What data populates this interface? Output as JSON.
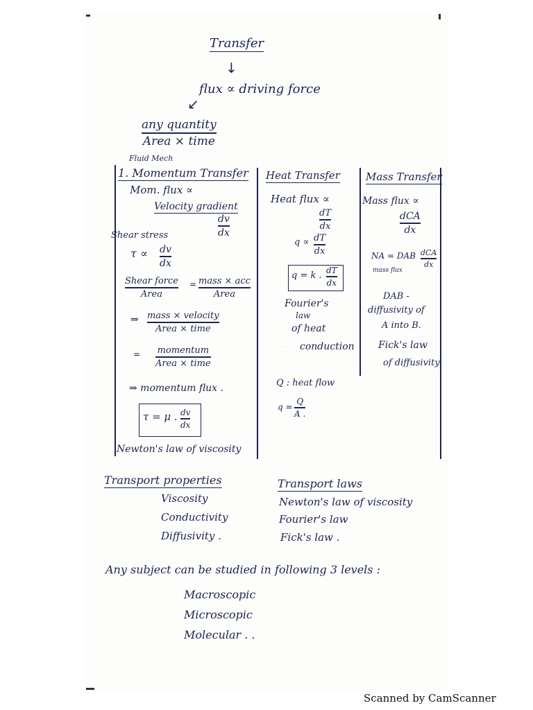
{
  "title": "Transfer",
  "top": {
    "flux_line": "flux ∝ driving force",
    "quantity_numerator": "any quantity",
    "quantity_denominator": "Area × time",
    "fluid_mech": "Fluid Mech"
  },
  "momentum": {
    "header": "1. Momentum Transfer",
    "mom_flux": "Mom. flux ∝",
    "velocity_gradient": "Velocity gradient",
    "dv": "dv",
    "dx": "dx",
    "shear_stress": "Shear stress",
    "tau_prop": "τ ∝",
    "shear_force": "Shear force",
    "area": "Area",
    "equals": "=",
    "mass_acc": "mass × acc",
    "implies": "⇒",
    "mass_velocity": "mass × velocity",
    "area_time": "Area × time",
    "momentum": "momentum",
    "momentum_flux": "⇒ momentum flux .",
    "tau_mu": "τ = μ .",
    "newtons_law": "Newton's law of viscosity"
  },
  "heat": {
    "header": "Heat Transfer",
    "heat_flux": "Heat flux ∝",
    "dT": "dT",
    "dx": "dx",
    "q_prop": "q ∝",
    "q_eq": "q = k .",
    "fouriers": "Fourier's",
    "law": "law",
    "of_heat": "of heat",
    "conduction": "conduction",
    "Q_heat_flow": "Q : heat flow",
    "q_eq2": "q =",
    "Q": "Q",
    "A": "A ."
  },
  "mass": {
    "header": "Mass Transfer",
    "mass_flux": "Mass flux ∝",
    "dCA": "dCA",
    "dx": "dx",
    "NA_eq": "NA = DAB",
    "dCA2": "dCA",
    "mass_flux_label": "mass flux",
    "DAB": "DAB -",
    "diffusivity_of": "diffusivity of",
    "A_into_B": "A into B.",
    "ficks_law": "Fick's law",
    "of_diffusivity": "of diffusivity"
  },
  "transport_properties": {
    "heading": "Transport properties",
    "items": [
      "Viscosity",
      "Conductivity",
      "Diffusivity ."
    ]
  },
  "transport_laws": {
    "heading": "Transport laws",
    "items": [
      "Newton's law of viscosity",
      "Fourier's law",
      "Fick's law ."
    ]
  },
  "levels": {
    "sentence": "Any subject can be studied in following 3 levels :",
    "items": [
      "Macroscopic",
      "Microscopic",
      "Molecular . ."
    ]
  },
  "footer": "Scanned by CamScanner"
}
